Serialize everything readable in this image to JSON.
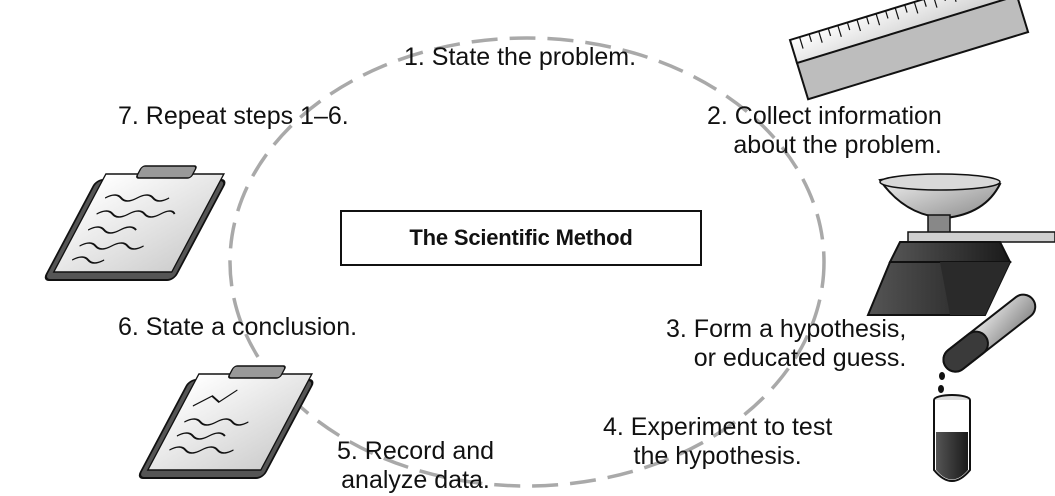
{
  "title": "The Scientific Method",
  "steps": [
    {
      "line1": "1. State the problem.",
      "line2": ""
    },
    {
      "line1": "2. Collect information",
      "line2": "about the problem."
    },
    {
      "line1": "3. Form a hypothesis,",
      "line2": "or educated guess."
    },
    {
      "line1": "4. Experiment to test",
      "line2": "the hypothesis."
    },
    {
      "line1": "5. Record and",
      "line2": "analyze data."
    },
    {
      "line1": "6. State a conclusion.",
      "line2": ""
    },
    {
      "line1": "7. Repeat steps 1–6.",
      "line2": ""
    }
  ],
  "illustrations": [
    "ruler-icon",
    "balance-scale-icon",
    "pouring-test-tube-icon",
    "test-tube-icon",
    "data-clipboard-icon",
    "notes-clipboard-icon"
  ],
  "colors": {
    "ink": "#111111",
    "cycle": "#a9a9a9",
    "background": "#ffffff"
  }
}
